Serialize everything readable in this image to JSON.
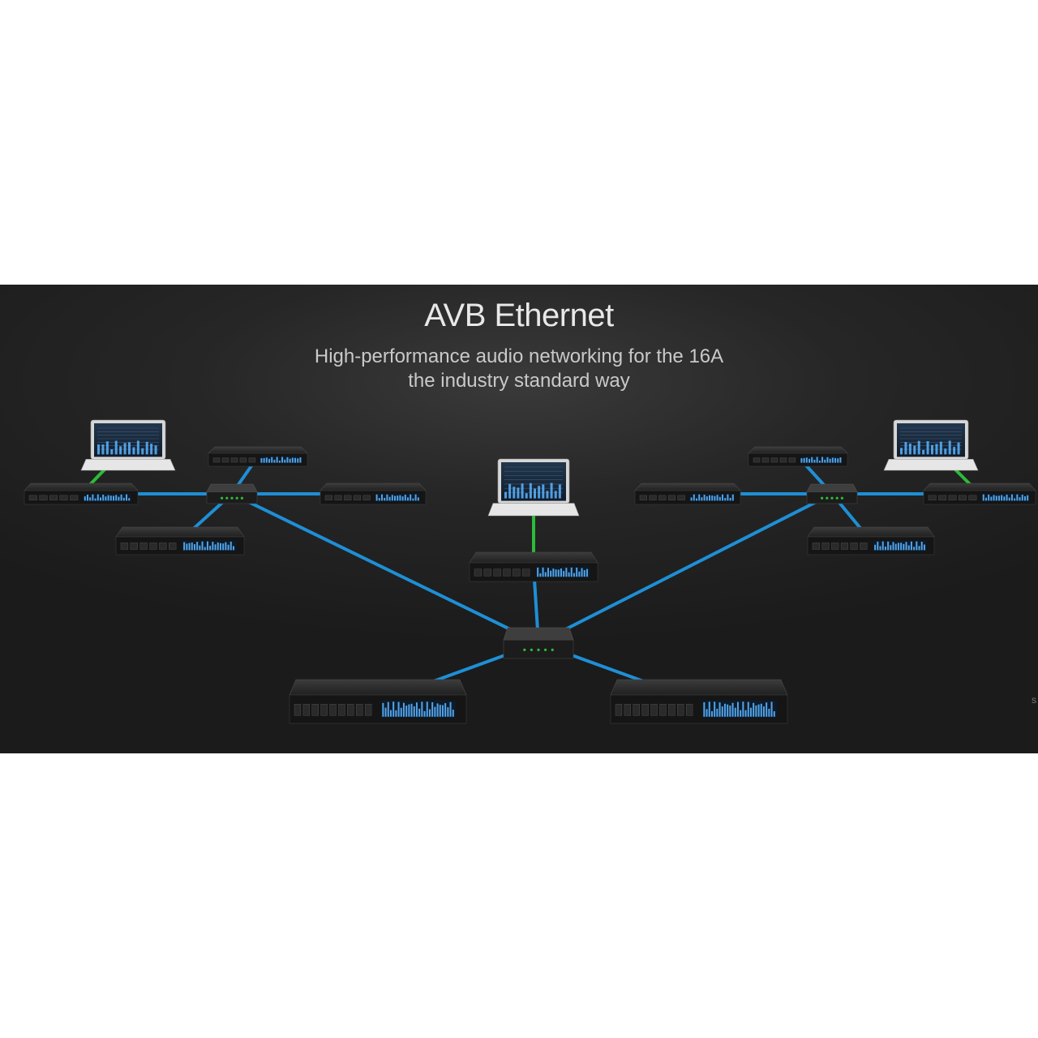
{
  "banner": {
    "title": "AVB Ethernet",
    "subtitle_lines": [
      "High-performance audio networking for the 16A",
      "the industry standard way"
    ],
    "edge_mark": "S"
  },
  "colors": {
    "background": "#1e1e1e",
    "avb_link": "#1e8fd6",
    "usb_link": "#2dbb3a",
    "meter": "#5ab4ff"
  },
  "nodes": [
    {
      "id": "laptop-left",
      "kind": "laptop"
    },
    {
      "id": "laptop-center",
      "kind": "laptop"
    },
    {
      "id": "laptop-right",
      "kind": "laptop"
    },
    {
      "id": "switch-center",
      "kind": "avb-switch"
    },
    {
      "id": "switch-left",
      "kind": "avb-switch"
    },
    {
      "id": "switch-right",
      "kind": "avb-switch"
    },
    {
      "id": "interface-center",
      "kind": "rack-interface"
    },
    {
      "id": "interface-bottom-left",
      "kind": "rack-interface"
    },
    {
      "id": "interface-bottom-right",
      "kind": "rack-interface"
    },
    {
      "id": "interface-left-host",
      "kind": "rack-interface"
    },
    {
      "id": "interface-left-top",
      "kind": "rack-interface"
    },
    {
      "id": "interface-left-right",
      "kind": "rack-interface"
    },
    {
      "id": "interface-left-bottom",
      "kind": "rack-interface"
    },
    {
      "id": "interface-right-host",
      "kind": "rack-interface"
    },
    {
      "id": "interface-right-top",
      "kind": "rack-interface"
    },
    {
      "id": "interface-right-left",
      "kind": "rack-interface"
    },
    {
      "id": "interface-right-bottom",
      "kind": "rack-interface"
    }
  ],
  "links": [
    {
      "from": "switch-center",
      "to": "switch-left",
      "type": "avb"
    },
    {
      "from": "switch-center",
      "to": "switch-right",
      "type": "avb"
    },
    {
      "from": "switch-center",
      "to": "interface-center",
      "type": "avb"
    },
    {
      "from": "switch-center",
      "to": "interface-bottom-left",
      "type": "avb"
    },
    {
      "from": "switch-center",
      "to": "interface-bottom-right",
      "type": "avb"
    },
    {
      "from": "switch-left",
      "to": "interface-left-host",
      "type": "avb"
    },
    {
      "from": "switch-left",
      "to": "interface-left-top",
      "type": "avb"
    },
    {
      "from": "switch-left",
      "to": "interface-left-right",
      "type": "avb"
    },
    {
      "from": "switch-left",
      "to": "interface-left-bottom",
      "type": "avb"
    },
    {
      "from": "switch-right",
      "to": "interface-right-host",
      "type": "avb"
    },
    {
      "from": "switch-right",
      "to": "interface-right-top",
      "type": "avb"
    },
    {
      "from": "switch-right",
      "to": "interface-right-left",
      "type": "avb"
    },
    {
      "from": "switch-right",
      "to": "interface-right-bottom",
      "type": "avb"
    },
    {
      "from": "laptop-left",
      "to": "interface-left-host",
      "type": "usb"
    },
    {
      "from": "laptop-center",
      "to": "interface-center",
      "type": "usb"
    },
    {
      "from": "laptop-right",
      "to": "interface-right-host",
      "type": "usb"
    }
  ]
}
